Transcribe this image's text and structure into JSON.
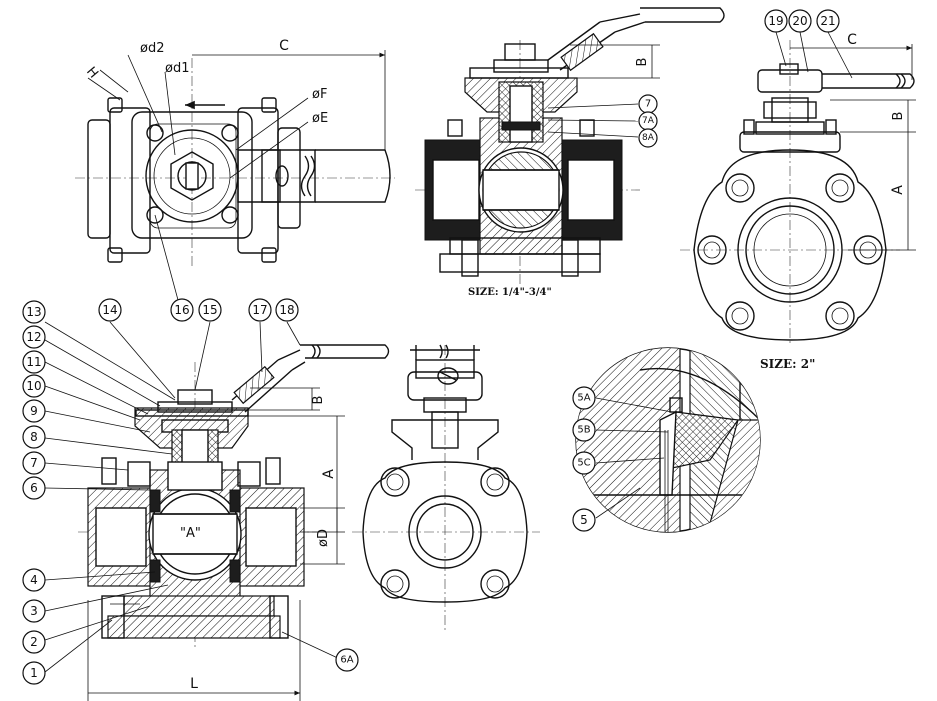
{
  "captions": {
    "size_small": "SIZE: 1/4\"-3/4\"",
    "size_2in": "SIZE: 2\""
  },
  "dimension_labels": {
    "top_left_C": "C",
    "d2": "ød2",
    "d1": "ød1",
    "F": "øF",
    "E": "øE",
    "H": "H",
    "top_center_B": "B",
    "top_right_C": "C",
    "top_right_B": "B",
    "top_right_A": "A",
    "main_B": "B",
    "main_A": "A",
    "main_D": "øD",
    "main_L": "L",
    "ball_label": "\"A\""
  },
  "balloons": {
    "b1": "1",
    "b2": "2",
    "b3": "3",
    "b4": "4",
    "b5": "5",
    "b5A": "5A",
    "b5B": "5B",
    "b5C": "5C",
    "b6": "6",
    "b6A": "6A",
    "b7": "7",
    "b7A": "7A",
    "b8": "8",
    "b8A": "8A",
    "b9": "9",
    "b10": "10",
    "b11": "11",
    "b12": "12",
    "b13": "13",
    "b14": "14",
    "b15": "15",
    "b16": "16",
    "b17": "17",
    "b18": "18",
    "b19": "19",
    "b20": "20",
    "b21": "21"
  }
}
